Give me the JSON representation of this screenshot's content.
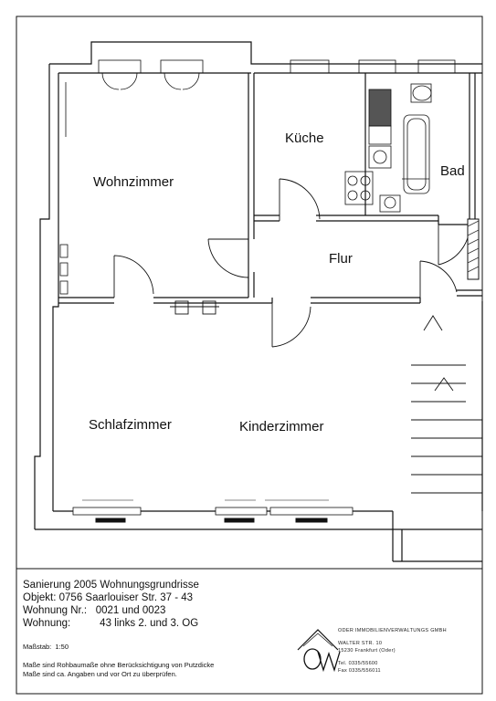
{
  "rooms": {
    "wohnzimmer": "Wohnzimmer",
    "kueche": "Küche",
    "bad": "Bad",
    "flur": "Flur",
    "schlafzimmer": "Schlafzimmer",
    "kinderzimmer": "Kinderzimmer"
  },
  "title_block": {
    "line1": "Sanierung 2005 Wohnungsgrundrisse",
    "line2": "Objekt: 0756 Saarlouiser Str. 37 - 43",
    "line3": "Wohnung Nr.:   0021 und 0023",
    "line4": "Wohnung:          43 links 2. und 3. OG",
    "scale": "Maßstab:  1:50",
    "note1": "Maße sind Rohbaumaße ohne Berücksichtigung von Putzdicke",
    "note2": "Maße sind ca. Angaben und vor Ort zu überprüfen."
  },
  "company": {
    "name": "ODER IMMOBILIENVERWALTUNGS GMBH",
    "street": "WALTER STR. 10",
    "city": "15230 Frankfurt (Oder)",
    "phone": "Tel. 0335/55600",
    "fax": "Fax 0335/556011"
  },
  "colors": {
    "line": "#111111",
    "background": "#ffffff",
    "hatch": "#333333"
  }
}
